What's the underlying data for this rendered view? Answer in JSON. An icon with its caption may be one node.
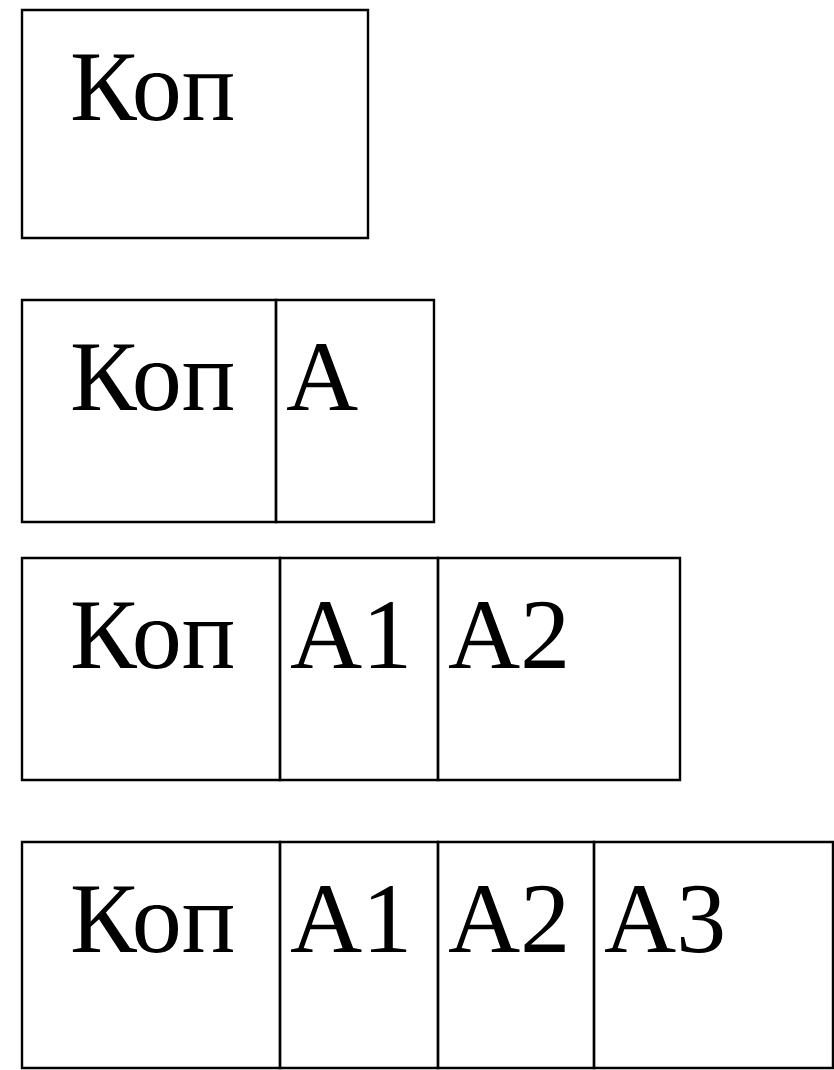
{
  "diagram": {
    "nodes": [
      {
        "text": [
          "Коп"
        ]
      },
      {
        "text": [
          "Коп"
        ]
      },
      {
        "text": [
          "А"
        ]
      },
      {
        "text": [
          "Коп"
        ]
      },
      {
        "text": [
          "А1"
        ]
      },
      {
        "text": [
          "А2"
        ]
      },
      {
        "text": [
          "Коп"
        ]
      },
      {
        "text": [
          "А1"
        ]
      },
      {
        "text": [
          "А2"
        ]
      },
      {
        "text": [
          "А3"
        ]
      }
    ]
  }
}
